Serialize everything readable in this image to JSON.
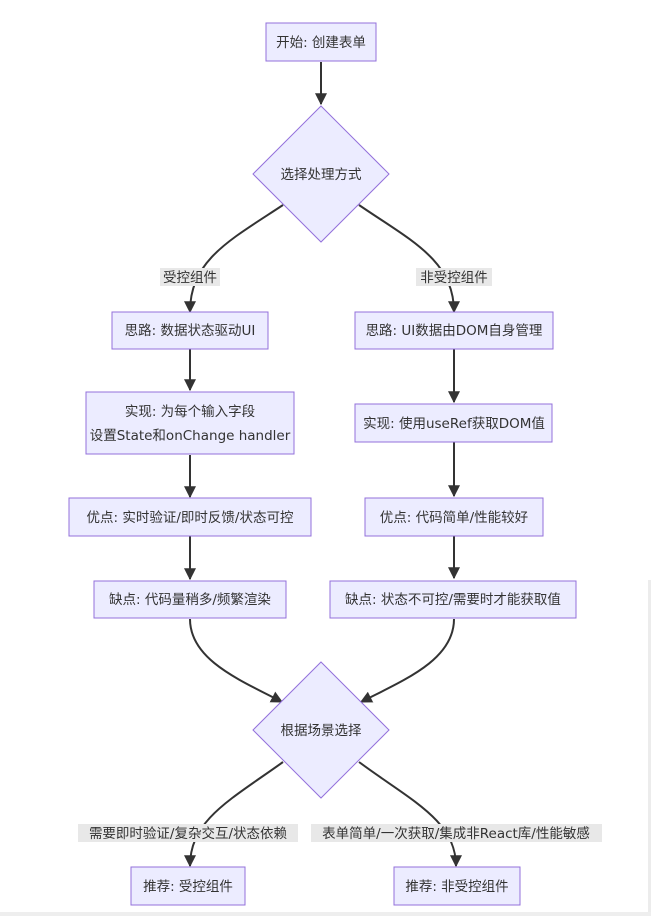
{
  "nodes": {
    "start": "开始: 创建表单",
    "choose": "选择处理方式",
    "c_idea": "思路: 数据状态驱动UI",
    "c_impl_1": "实现: 为每个输入字段",
    "c_impl_2": "设置State和onChange handler",
    "c_pros": "优点: 实时验证/即时反馈/状态可控",
    "c_cons": "缺点: 代码量稍多/频繁渲染",
    "u_idea": "思路: UI数据由DOM自身管理",
    "u_impl": "实现: 使用useRef获取DOM值",
    "u_pros": "优点: 代码简单/性能较好",
    "u_cons": "缺点: 状态不可控/需要时才能获取值",
    "scene": "根据场景选择",
    "rec_c": "推荐: 受控组件",
    "rec_u": "推荐: 非受控组件"
  },
  "edge_labels": {
    "controlled": "受控组件",
    "uncontrolled": "非受控组件",
    "need_validation": "需要即时验证/复杂交互/状态依赖",
    "simple_form": "表单简单/一次获取/集成非React库/性能敏感"
  },
  "colors": {
    "node_fill": "#ececff",
    "node_stroke": "#9370db",
    "edge": "#333333",
    "label_bg": "#e8e8e8"
  }
}
